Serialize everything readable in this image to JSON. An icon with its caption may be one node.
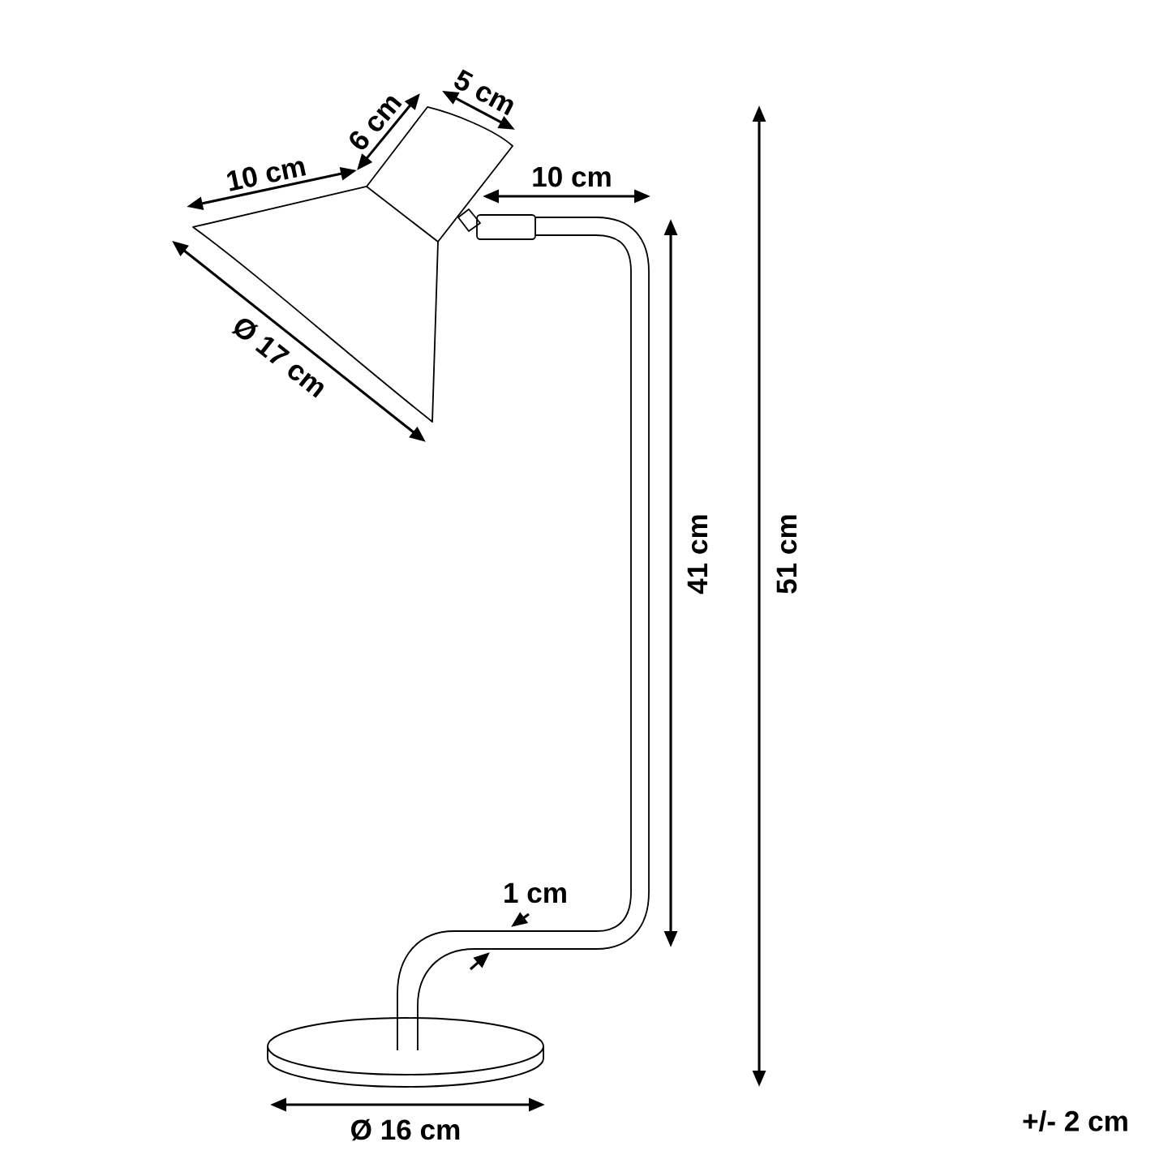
{
  "diagram": {
    "labels": [
      "5 cm",
      "6 cm",
      "10 cm",
      "10 cm",
      "Ø 17 cm",
      "41 cm",
      "51 cm",
      "1 cm",
      "Ø 16 cm",
      "+/- 2 cm"
    ]
  }
}
